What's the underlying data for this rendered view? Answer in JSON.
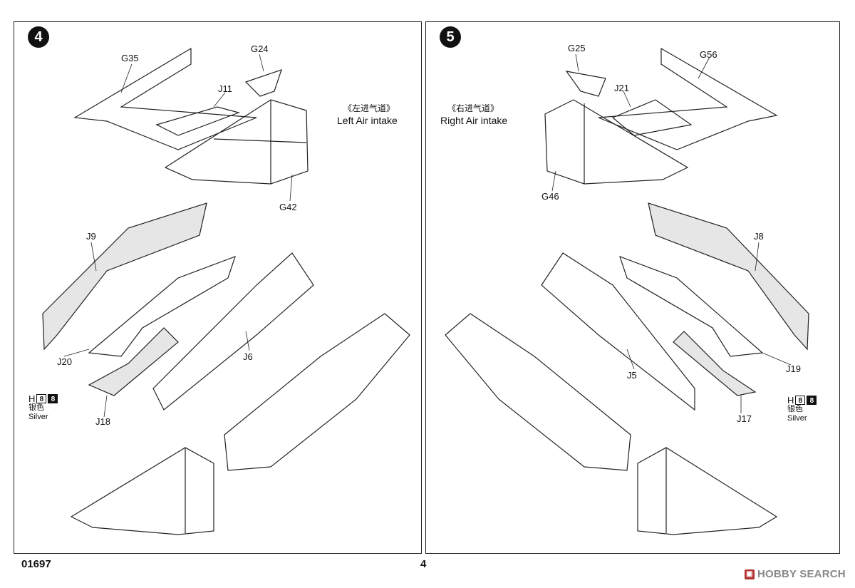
{
  "steps": {
    "left": "4",
    "right": "5"
  },
  "left_panel": {
    "title_cn": "《左进气道》",
    "title_en": "Left Air intake",
    "parts": [
      "G35",
      "G24",
      "J11",
      "G42",
      "J9",
      "J20",
      "J6",
      "J18"
    ],
    "paint": {
      "code": "H",
      "num1": "8",
      "num2": "8",
      "cn": "银色",
      "en": "Silver"
    }
  },
  "right_panel": {
    "title_cn": "《右进气道》",
    "title_en": "Right Air intake",
    "parts": [
      "G25",
      "G56",
      "J21",
      "G46",
      "J8",
      "J5",
      "J19",
      "J17"
    ],
    "paint": {
      "code": "H",
      "num1": "8",
      "num2": "8",
      "cn": "银色",
      "en": "Silver"
    }
  },
  "footer": {
    "kit_number": "01697",
    "page_number": "4"
  },
  "watermark": {
    "text": "HOBBY SEARCH"
  }
}
